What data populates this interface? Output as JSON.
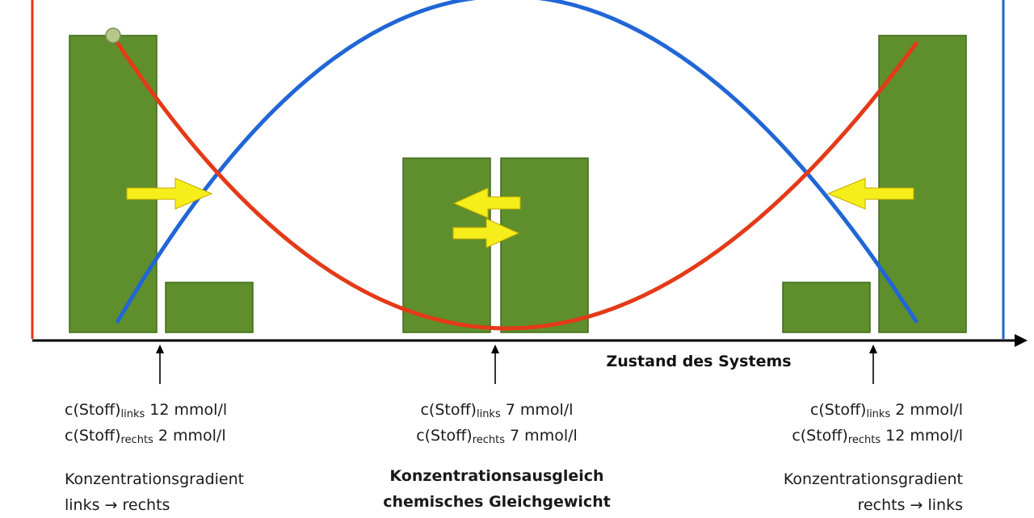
{
  "axis": {
    "label": "Zustand des Systems"
  },
  "colors": {
    "bar": "#5e8f2c",
    "bar_stroke": "#3e6a18",
    "left_line": "#e03a14",
    "right_line": "#1f66d1",
    "red_curve": "#e43a18",
    "blue_curve": "#2166d6",
    "arrow_fill": "#f5ee1a",
    "arrow_stroke": "#c8a800",
    "axis": "#000000",
    "dot_fill": "#b6c88a"
  },
  "states": {
    "left": {
      "c_links_prefix": "c(Stoff)",
      "c_links_sub": "links",
      "c_links_value": " 12 mmol/l",
      "c_rechts_prefix": "c(Stoff)",
      "c_rechts_sub": "rechts",
      "c_rechts_value": " 2 mmol/l",
      "note_line1": "Konzentrationsgradient",
      "note_line2": "links → rechts"
    },
    "middle": {
      "c_links_prefix": "c(Stoff)",
      "c_links_sub": "links",
      "c_links_value": " 7 mmol/l",
      "c_rechts_prefix": "c(Stoff)",
      "c_rechts_sub": "rechts",
      "c_rechts_value": " 7 mmol/l",
      "note_line1": "Konzentrationsausgleich",
      "note_line2": "chemisches Gleichgewicht"
    },
    "right": {
      "c_links_prefix": "c(Stoff)",
      "c_links_sub": "links",
      "c_links_value": " 2 mmol/l",
      "c_rechts_prefix": "c(Stoff)",
      "c_rechts_sub": "rechts",
      "c_rechts_value": " 12 mmol/l",
      "note_line1": "Konzentrationsgradient",
      "note_line2": "rechts → links"
    }
  }
}
